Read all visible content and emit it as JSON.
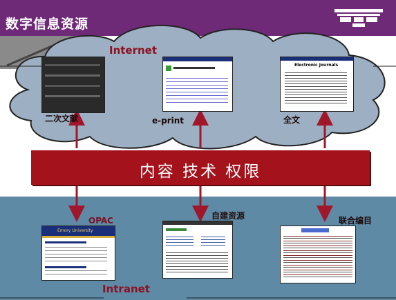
{
  "title": "数字信息资源",
  "cloud_label": "Internet",
  "band_label": "Intranet",
  "banner_text": "内容 技术 权限",
  "internet_nodes": [
    "二次文献",
    "e-print",
    "全文"
  ],
  "intranet_nodes": [
    "OPAC",
    "自建资源",
    "联合编目"
  ],
  "screenshots": {
    "opac_header": "Emory University",
    "fulltext_header": "Electronic Journals"
  },
  "colors": {
    "title_bar": "#6e2a77",
    "banner": "#a4121c",
    "band": "#5f8aa5",
    "cloud": "#9dafc2",
    "arrow": "#a0162a"
  }
}
